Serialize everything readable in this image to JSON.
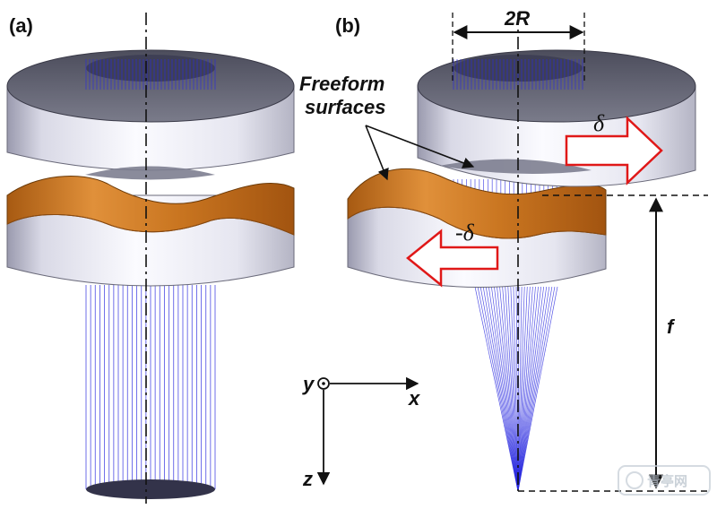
{
  "panels": {
    "a_label": "(a)",
    "b_label": "(b)"
  },
  "annotations": {
    "freeform_line1": "Freeform",
    "freeform_line2": "surfaces",
    "diameter": "2R",
    "delta": "δ",
    "neg_delta": "-δ",
    "focal": "f"
  },
  "axes": {
    "x": "x",
    "y": "y",
    "z": "z"
  },
  "watermark": "青亭网",
  "colors": {
    "lens_light": "#f2f2fa",
    "lens_mid": "#cfd0dd",
    "lens_dark": "#5e5f6e",
    "freeform": "#c8741c",
    "rays": "#2a2ae0",
    "arrow_outline": "#e01818"
  }
}
